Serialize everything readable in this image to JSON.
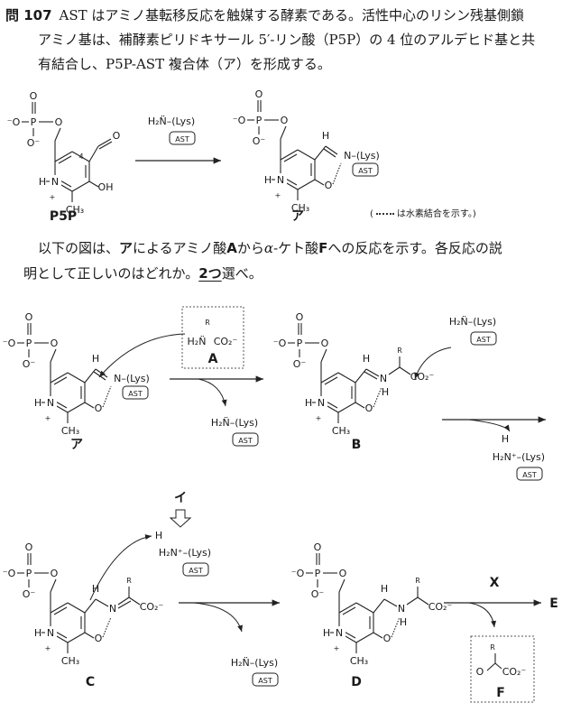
{
  "question": {
    "number": "問 107",
    "line1": "AST はアミノ基転移反応を触媒する酵素である。活性中心のリシン残基側鎖",
    "line2": "アミノ基は、補酵素ピリドキサール 5′-リン酸（P5P）の 4 位のアルデヒド基と共",
    "line3": "有結合し、P5P-AST 複合体（ア）を形成する。"
  },
  "instruction": {
    "segments": [
      "以下の図は、",
      "ア",
      "によるアミノ酸",
      "A",
      "から",
      "α",
      "-ケト酸",
      "F",
      "への反応を示す。各反応の説",
      "明として正しいのはどれか。",
      "2つ",
      "選べ。"
    ]
  },
  "note": {
    "open": "(",
    "text": "は水素結合を示す。)"
  },
  "chem": {
    "O": "O",
    "P": "P",
    "O_left": "⁻O",
    "O_minus": "O⁻",
    "N": "N",
    "H": "H",
    "plus": "+",
    "CH3": "CH₃",
    "OH": "OH",
    "four": "4",
    "R": "R",
    "CO2": "CO₂⁻",
    "N_lys": "N–(Lys)",
    "AST": "AST",
    "H2N_lys": "H₂N̈–(Lys)",
    "H2Nplus_lys": "H₂N⁺–(Lys)",
    "H2N": "H₂N̈"
  },
  "labels": {
    "p5p": "P5P",
    "a_complex": "ア",
    "A": "A",
    "B": "B",
    "C": "C",
    "D": "D",
    "E": "E",
    "F": "F",
    "X": "X",
    "i": "イ"
  }
}
